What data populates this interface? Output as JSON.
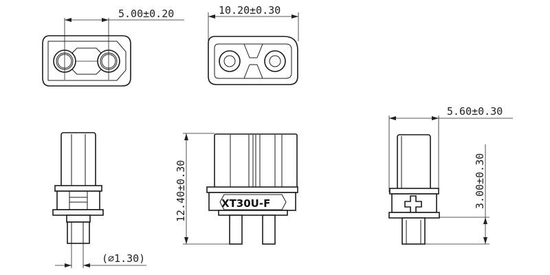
{
  "drawing": {
    "dimensions": {
      "pin_pitch": "5.00±0.20",
      "body_width": "10.20±0.30",
      "pin_diameter": "(⌀1.30)",
      "total_height": "12.40±0.30",
      "side_width": "5.60±0.30",
      "pin_length": "3.00±0.30"
    },
    "part_label": "XT30U-F",
    "colors": {
      "line": "#1a1a1a",
      "background": "#ffffff"
    }
  }
}
